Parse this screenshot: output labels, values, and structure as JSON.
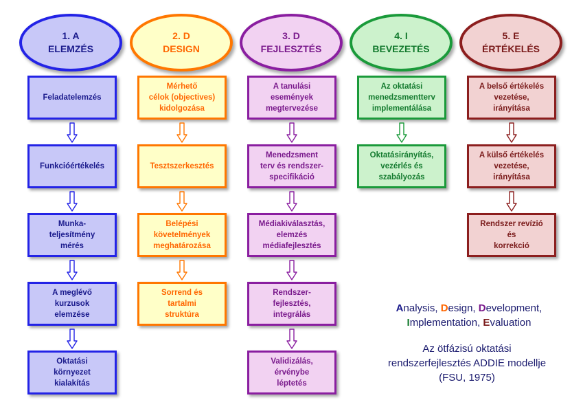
{
  "colors": {
    "analysis": {
      "border": "#2323e6",
      "fill": "#c8c8f8",
      "text": "#1a1a8c"
    },
    "design": {
      "border": "#ff7700",
      "fill": "#ffffc8",
      "text": "#ff6600"
    },
    "development": {
      "border": "#8a1ea0",
      "fill": "#f2d2f2",
      "text": "#7a1a8c"
    },
    "implementation": {
      "border": "#1a9a3a",
      "fill": "#ccf2cc",
      "text": "#137a2e"
    },
    "evaluation": {
      "border": "#8c1e1e",
      "fill": "#f2d2d2",
      "text": "#7a1a1a"
    }
  },
  "phases": [
    {
      "num": "1. A",
      "name": "ELEMZÉS",
      "steps": [
        "Feladatelemzés",
        "Funkcióértékelés",
        "Munka-\nteljesítmény\nmérés",
        "A meglévő\nkurzusok\nelemzése",
        "Oktatási\nkörnyezet\nkialakítás"
      ]
    },
    {
      "num": "2. D",
      "name": "DESIGN",
      "steps": [
        "Mérhető\ncélok (objectives)\nkidolgozása",
        "Tesztszerkesztés",
        "Belépési\nkövetelmények\nmeghatározása",
        "Sorrend és\ntartalmi\nstruktúra"
      ]
    },
    {
      "num": "3. D",
      "name": "FEJLESZTÉS",
      "steps": [
        "A tanulási\nesemények\nmegtervezése",
        "Menedzsment\nterv és rendszer-\nspecifikáció",
        "Médiakiválasztás,\nelemzés\nmédiafejlesztés",
        "Rendszer-\nfejlesztés,\nintegrálás",
        "Validizálás,\nérvénybe\nléptetés"
      ]
    },
    {
      "num": "4. I",
      "name": "BEVEZETÉS",
      "steps": [
        "Az oktatási\nmenedzsmentterv\nimplementálása",
        "Oktatásirányítás,\nvezérlés és\nszabályozás"
      ]
    },
    {
      "num": "5. E",
      "name": "ÉRTÉKELÉS",
      "steps": [
        "A belső értékelés\nvezetése,\nirányítása",
        "A külső értékelés\nvezetése,\nirányítása",
        "Rendszer revízió\nés\nkorrekció"
      ]
    }
  ],
  "legend": {
    "analysis_cap": "A",
    "analysis_rest": "nalysis, ",
    "design_cap": "D",
    "design_rest": "esign, ",
    "development_cap": "D",
    "development_rest": "evelopment,",
    "implementation_cap": "I",
    "implementation_rest": "mplementation, ",
    "evaluation_cap": "E",
    "evaluation_rest": "valuation"
  },
  "caption": {
    "line1": "Az ötfázisú oktatási",
    "line2": "rendszerfejlesztés ADDIE modellje",
    "line3": "(FSU, 1975)"
  }
}
